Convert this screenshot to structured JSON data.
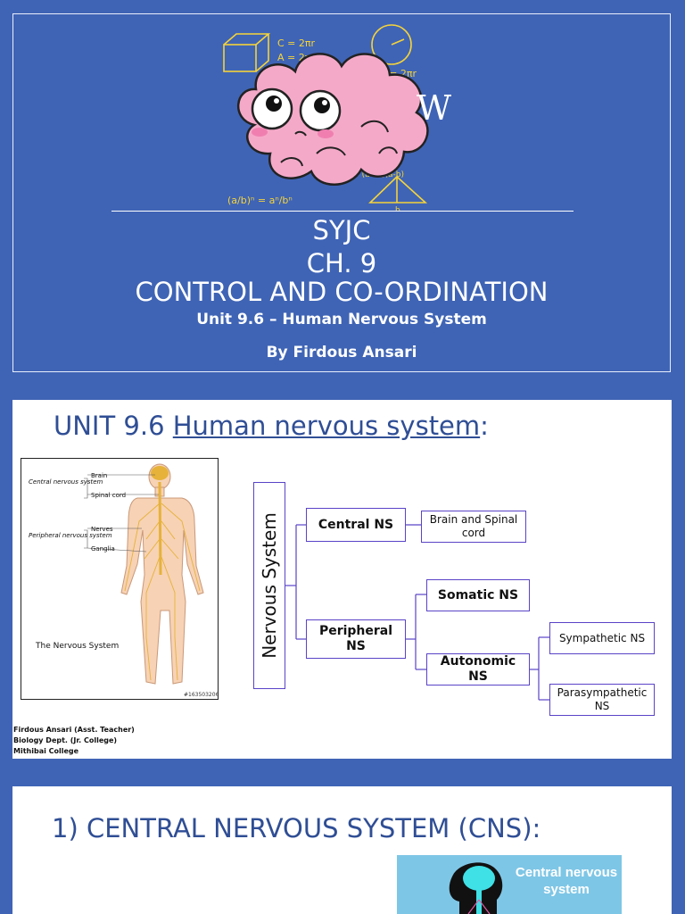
{
  "slide1": {
    "title_line1": "SYJC",
    "title_line2": "CH. 9",
    "title_line3": "CONTROL AND CO-ORDINATION",
    "unit": "Unit 9.6 – Human Nervous System",
    "author": "By Firdous Ansari",
    "wiki_mark": "W",
    "art_formulas": [
      "C = 2πr",
      "A = 2πr²",
      "C = 2πr",
      "(a/b)ⁿ = aⁿ/bⁿ",
      "a² - b² = (a+b)(a-b)",
      "b"
    ],
    "colors": {
      "background": "#3f64b5",
      "text": "#ffffff",
      "brain": "#f5a9c8"
    }
  },
  "slide2": {
    "title_prefix": "UNIT 9.6 ",
    "title_underlined": "Human nervous system",
    "title_suffix": ":",
    "figure": {
      "labels": {
        "central": "Central nervous system",
        "peripheral": "Peripheral nervous system",
        "brain": "Brain",
        "spinal_cord": "Spinal cord",
        "nerves": "Nerves",
        "ganglia": "Ganglia",
        "caption": "The Nervous System",
        "stock_id": "#163503206"
      }
    },
    "credit": [
      "Firdous Ansari (Asst. Teacher)",
      "Biology Dept. (Jr. College)",
      "Mithibai College"
    ],
    "diagram": {
      "root": "Nervous System",
      "central": "Central NS",
      "central_desc": "Brain and Spinal cord",
      "peripheral": "Peripheral NS",
      "somatic": "Somatic NS",
      "autonomic": "Autonomic NS",
      "sympathetic": "Sympathetic NS",
      "parasympathetic": "Parasympathetic NS"
    },
    "colors": {
      "title": "#2f4e95",
      "box_border": "#5a43c7"
    }
  },
  "slide3": {
    "title": "1) CENTRAL NERVOUS  SYSTEM (CNS):",
    "image_label": "Central nervous system"
  }
}
